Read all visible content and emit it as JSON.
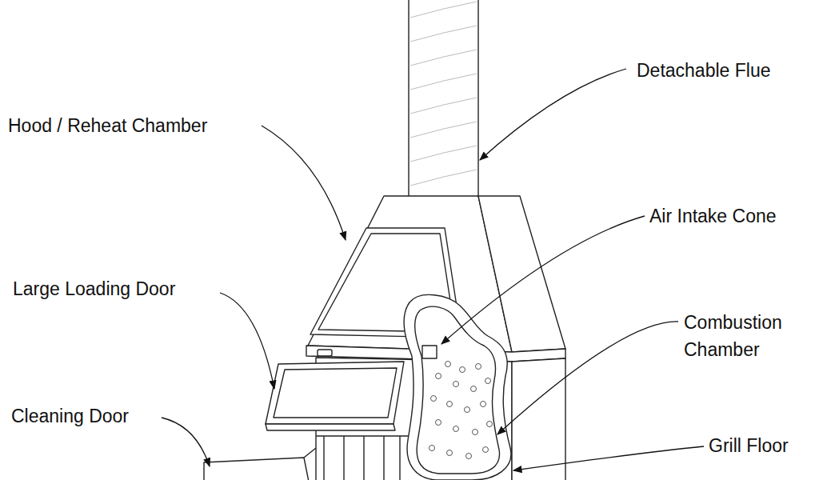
{
  "diagram": {
    "labels": [
      "Detachable Flue",
      "Hood / Reheat Chamber",
      "Air Intake Cone",
      "Large Loading Door",
      "Combustion Chamber",
      "Cleaning Door",
      "Grill Floor"
    ]
  }
}
